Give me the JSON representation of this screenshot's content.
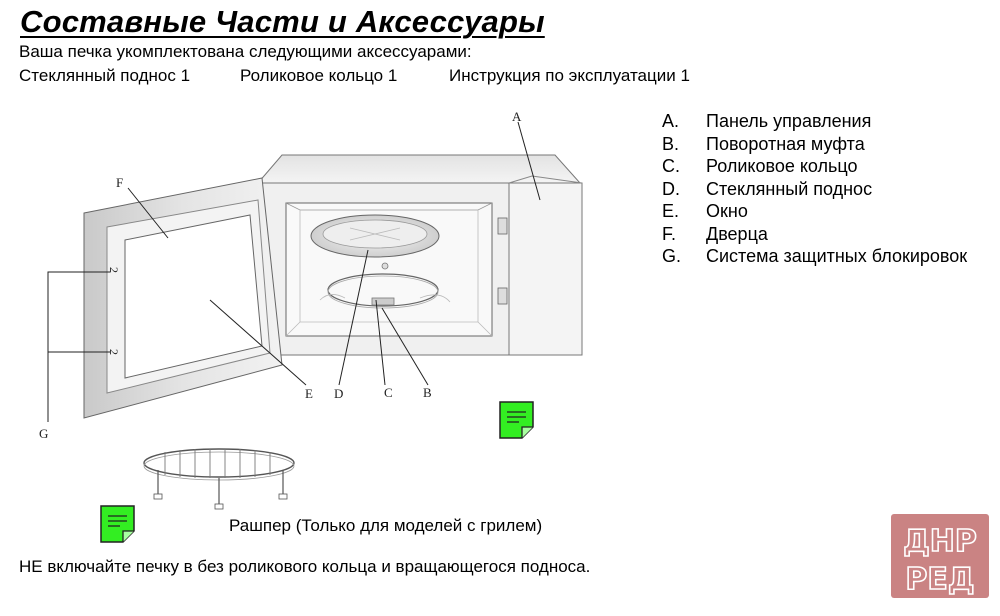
{
  "title": "Составные Части и Аксессуары",
  "intro": "Ваша печка укомплектована следующими аксессуарами:",
  "accessories": [
    "Стеклянный поднос 1",
    "Роликовое кольцо 1",
    "Инструкция по эксплуатации 1"
  ],
  "legend": [
    {
      "letter": "A.",
      "text": "Панель управления"
    },
    {
      "letter": "B.",
      "text": "Поворотная муфта"
    },
    {
      "letter": "C.",
      "text": "Роликовое кольцо"
    },
    {
      "letter": "D.",
      "text": "Стеклянный поднос"
    },
    {
      "letter": "E.",
      "text": "Окно"
    },
    {
      "letter": "F.",
      "text": "Дверца"
    },
    {
      "letter": "G.",
      "text": "Система защитных блокировок"
    }
  ],
  "diagram_labels": {
    "a": "A",
    "b": "B",
    "c": "C",
    "d": "D",
    "e": "E",
    "f": "F",
    "g": "G"
  },
  "grill_caption": "Рашпер (Только для моделей с грилем)",
  "warning": "НЕ включайте печку в без роликового кольца и вращающегося подноса.",
  "note_icon_color": "#33ee22",
  "logo": {
    "line1": "ДНР",
    "line2": "РЕД",
    "color": "#b85a5a"
  }
}
